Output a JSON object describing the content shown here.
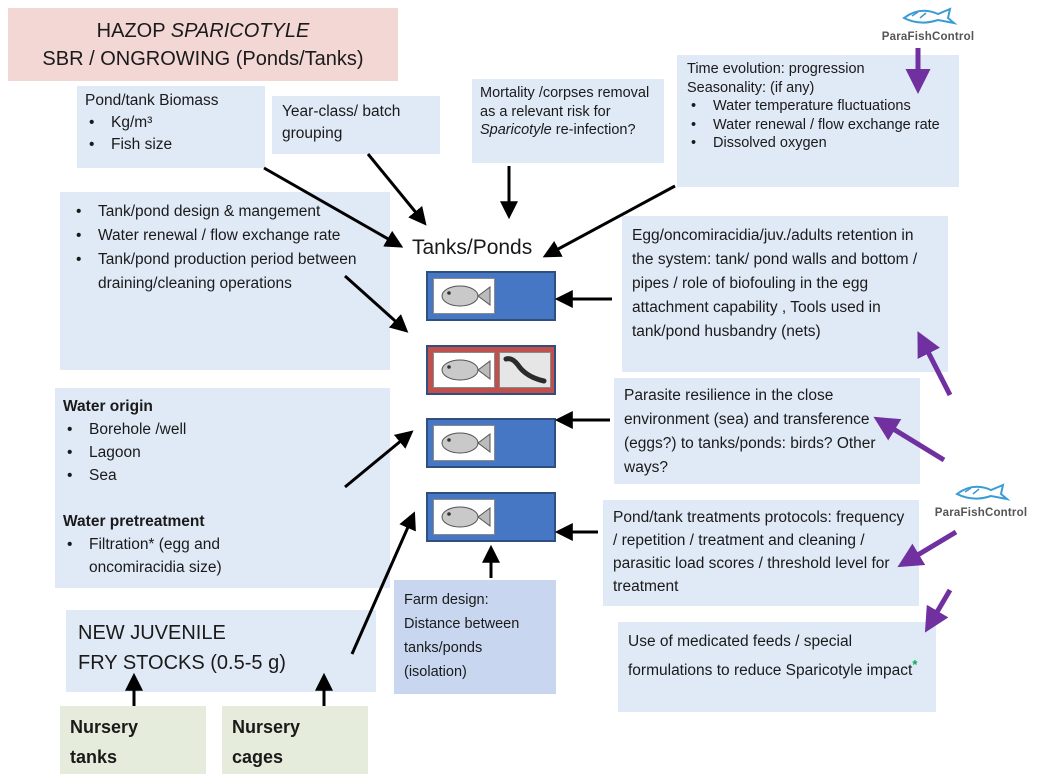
{
  "title": {
    "line1_prefix": "HAZOP ",
    "line1_italic": "SPARICOTYLE",
    "line2": "SBR / ONGROWING (Ponds/Tanks)"
  },
  "center_label": "Tanks/Ponds",
  "biomass": {
    "heading": "Pond/tank Biomass",
    "items": [
      "Kg/m³",
      "Fish size"
    ]
  },
  "yearclass": {
    "text": "Year-class/ batch grouping"
  },
  "mortality": {
    "before": "Mortality /corpses removal as a relevant risk for ",
    "italic": "Sparicotyle",
    "after": " re-infection?"
  },
  "time": {
    "line1": "Time evolution: progression",
    "line2": "Seasonality: (if any)",
    "items": [
      "Water temperature fluctuations",
      "Water renewal / flow exchange rate",
      "Dissolved oxygen"
    ]
  },
  "design": {
    "items": [
      "Tank/pond design & mangement",
      "Water renewal / flow exchange rate",
      "Tank/pond production period between draining/cleaning operations"
    ]
  },
  "egg": {
    "text": "Egg/oncomiracidia/juv./adults retention in the system: tank/ pond walls and bottom / pipes / role of biofouling in the egg attachment capability , Tools used in tank/pond husbandry (nets)"
  },
  "water": {
    "origin_heading": "Water origin",
    "origin_items": [
      "Borehole /well",
      "Lagoon",
      "Sea"
    ],
    "pre_heading": "Water pretreatment",
    "pre_items": [
      "Filtration* (egg and oncomiracidia size)"
    ]
  },
  "resilience": {
    "text": "Parasite resilience in the close environment (sea) and transference (eggs?) to tanks/ponds: birds? Other ways?"
  },
  "treatments": {
    "text": "Pond/tank treatments protocols: frequency / repetition / treatment and cleaning  / parasitic load scores / threshold level for treatment"
  },
  "farm": {
    "text": "Farm design: Distance between tanks/ponds (isolation)"
  },
  "juvenile": {
    "line1": "NEW JUVENILE",
    "line2": "FRY STOCKS (0.5-5 g)"
  },
  "nursery_tanks": {
    "line1": "Nursery",
    "line2": "tanks"
  },
  "nursery_cages": {
    "line1": "Nursery",
    "line2": "cages"
  },
  "medicated": {
    "text": "Use of medicated feeds / special formulations to reduce Sparicotyle impact",
    "star": "*"
  },
  "logos": {
    "top": "ParaFishControl",
    "right": "ParaFishControl"
  },
  "colors": {
    "tank_blue": "#4677c4",
    "tank_red": "#c0504d",
    "arrow_black": "#000000",
    "arrow_purple": "#7030a0",
    "star_green": "#00b050"
  }
}
